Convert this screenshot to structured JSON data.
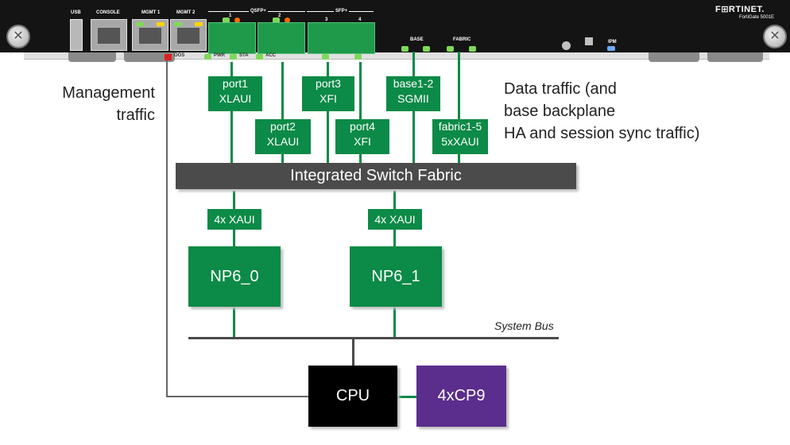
{
  "panel": {
    "brand": "F⊞RTINET.",
    "model": "FortiGate 5001E",
    "labels": {
      "usb": "USB",
      "console": "CONSOLE",
      "mgmt1": "MGMT 1",
      "mgmt2": "MGMT 2",
      "qsfp": "QSFP+",
      "sfp": "SFP+",
      "port1": "1",
      "port2": "2",
      "port3": "3",
      "port4": "4",
      "base": "BASE",
      "fabric": "FABRIC",
      "ipm": "IPM",
      "oos": "OOS",
      "pwr": "PWR",
      "sta": "STA",
      "acc": "ACC"
    }
  },
  "labels": {
    "management_traffic": [
      "Management",
      "traffic"
    ],
    "data_traffic": [
      "Data traffic (and",
      "base backplane",
      "HA and session sync traffic)"
    ],
    "port1": [
      "port1",
      "XLAUI"
    ],
    "port2": [
      "port2",
      "XLAUI"
    ],
    "port3": [
      "port3",
      "XFI"
    ],
    "port4": [
      "port4",
      "XFI"
    ],
    "base": [
      "base1-2",
      "SGMII"
    ],
    "fabric": [
      "fabric1-5",
      "5xXAUI"
    ],
    "switch": "Integrated Switch Fabric",
    "xaui0": "4x XAUI",
    "xaui1": "4x XAUI",
    "np6_0": "NP6_0",
    "np6_1": "NP6_1",
    "system_bus": "System Bus",
    "cpu": "CPU",
    "cp9": "4xCP9"
  },
  "colors": {
    "green": "#0c8a47",
    "switch": "#4b4b4b",
    "cpu": "#000000",
    "cp9": "#5b2d8c"
  }
}
